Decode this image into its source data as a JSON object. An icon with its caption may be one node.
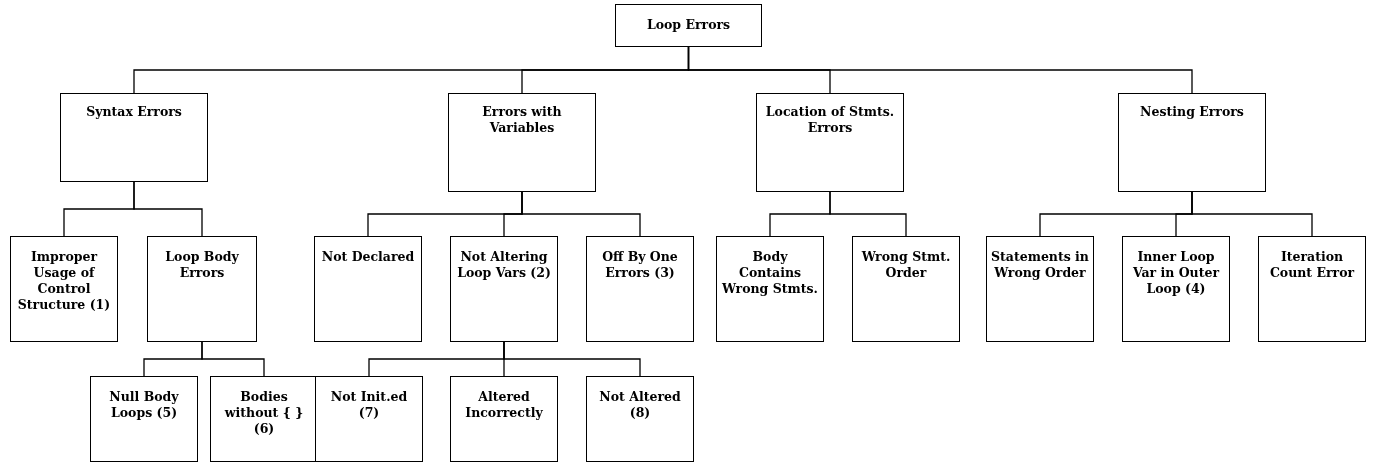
{
  "diagram": {
    "nodes": [
      {
        "text": [
          "Loop Errors"
        ]
      },
      {
        "text": [
          "Syntax Errors"
        ]
      },
      {
        "text": [
          "Errors with Variables"
        ]
      },
      {
        "text": [
          "Location of Stmts. Errors"
        ]
      },
      {
        "text": [
          "Nesting Errors"
        ]
      },
      {
        "text": [
          "Improper Usage of Control Structure (1)"
        ]
      },
      {
        "text": [
          "Loop Body Errors"
        ]
      },
      {
        "text": [
          "Not Declared"
        ]
      },
      {
        "text": [
          "Not Altering Loop Vars (2)"
        ]
      },
      {
        "text": [
          "Off By One Errors (3)"
        ]
      },
      {
        "text": [
          "Body Contains Wrong Stmts."
        ]
      },
      {
        "text": [
          "Wrong Stmt. Order"
        ]
      },
      {
        "text": [
          "Statements in Wrong Order"
        ]
      },
      {
        "text": [
          "Inner Loop Var in Outer Loop (4)"
        ]
      },
      {
        "text": [
          "Iteration Count Error"
        ]
      },
      {
        "text": [
          "Null Body Loops (5)"
        ]
      },
      {
        "text": [
          "Bodies without { } (6)"
        ]
      },
      {
        "text": [
          "Not Init.ed (7)"
        ]
      },
      {
        "text": [
          "Altered Incorrectly"
        ]
      },
      {
        "text": [
          "Not Altered (8)"
        ]
      }
    ],
    "edges": [
      {
        "from": 0,
        "to": 1,
        "arrow": "none"
      },
      {
        "from": 0,
        "to": 2,
        "arrow": "none"
      },
      {
        "from": 0,
        "to": 3,
        "arrow": "none"
      },
      {
        "from": 0,
        "to": 4,
        "arrow": "none"
      },
      {
        "from": 1,
        "to": 5,
        "arrow": "none"
      },
      {
        "from": 1,
        "to": 6,
        "arrow": "none"
      },
      {
        "from": 2,
        "to": 7,
        "arrow": "none"
      },
      {
        "from": 2,
        "to": 8,
        "arrow": "none"
      },
      {
        "from": 2,
        "to": 9,
        "arrow": "none"
      },
      {
        "from": 3,
        "to": 10,
        "arrow": "none"
      },
      {
        "from": 3,
        "to": 11,
        "arrow": "none"
      },
      {
        "from": 4,
        "to": 12,
        "arrow": "none"
      },
      {
        "from": 4,
        "to": 13,
        "arrow": "none"
      },
      {
        "from": 4,
        "to": 14,
        "arrow": "none"
      },
      {
        "from": 6,
        "to": 15,
        "arrow": "none"
      },
      {
        "from": 6,
        "to": 16,
        "arrow": "none"
      },
      {
        "from": 8,
        "to": 17,
        "arrow": "none"
      },
      {
        "from": 8,
        "to": 18,
        "arrow": "none"
      },
      {
        "from": 8,
        "to": 19,
        "arrow": "none"
      }
    ]
  }
}
